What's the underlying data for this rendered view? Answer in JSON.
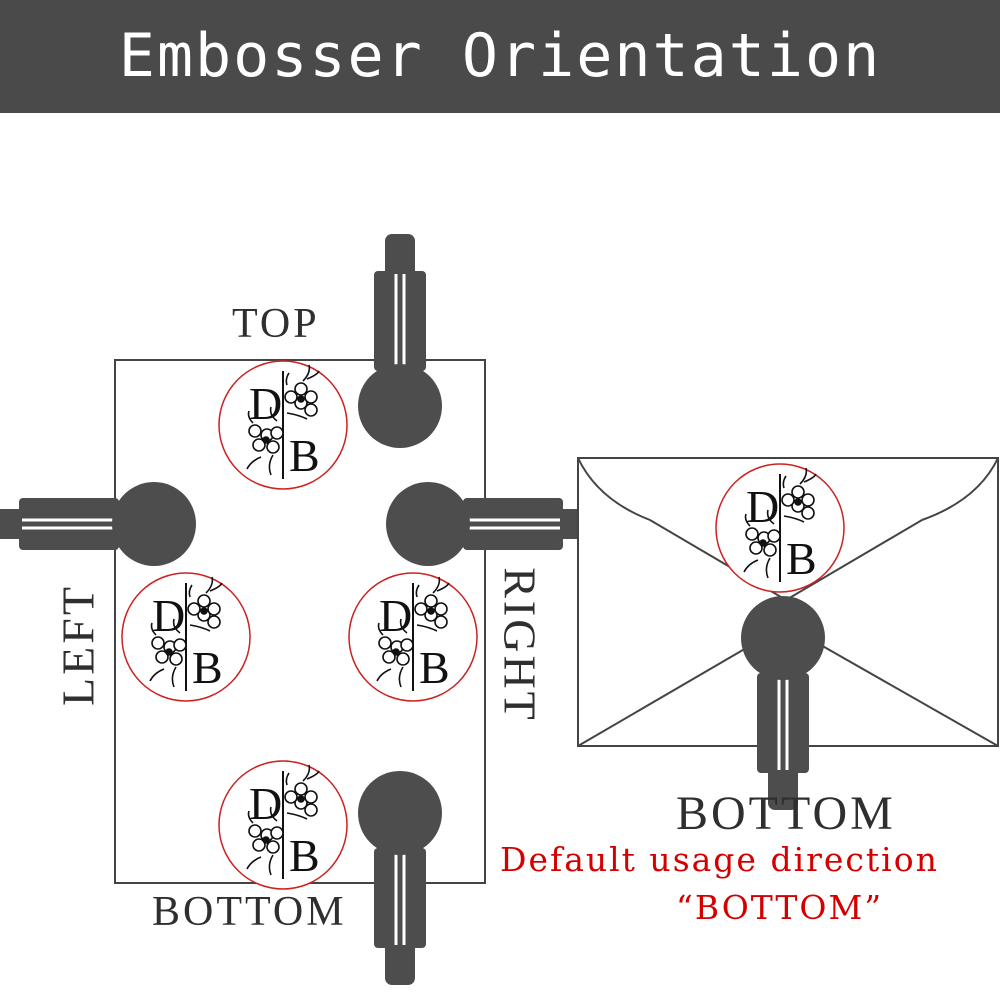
{
  "title": "Embosser Orientation",
  "sheet_labels": {
    "top": "TOP",
    "left": "LEFT",
    "right": "RIGHT",
    "bottom": "BOTTOM"
  },
  "envelope_label": "BOTTOM",
  "note": {
    "line1": "Default usage direction",
    "line2": "“BOTTOM”"
  },
  "seal": {
    "letter1": "D",
    "letter2": "B"
  },
  "colors": {
    "header_bg": "#4a4a4a",
    "embosser": "#4d4d4d",
    "seal_ring": "#cc2222",
    "note_text": "#d40000"
  }
}
